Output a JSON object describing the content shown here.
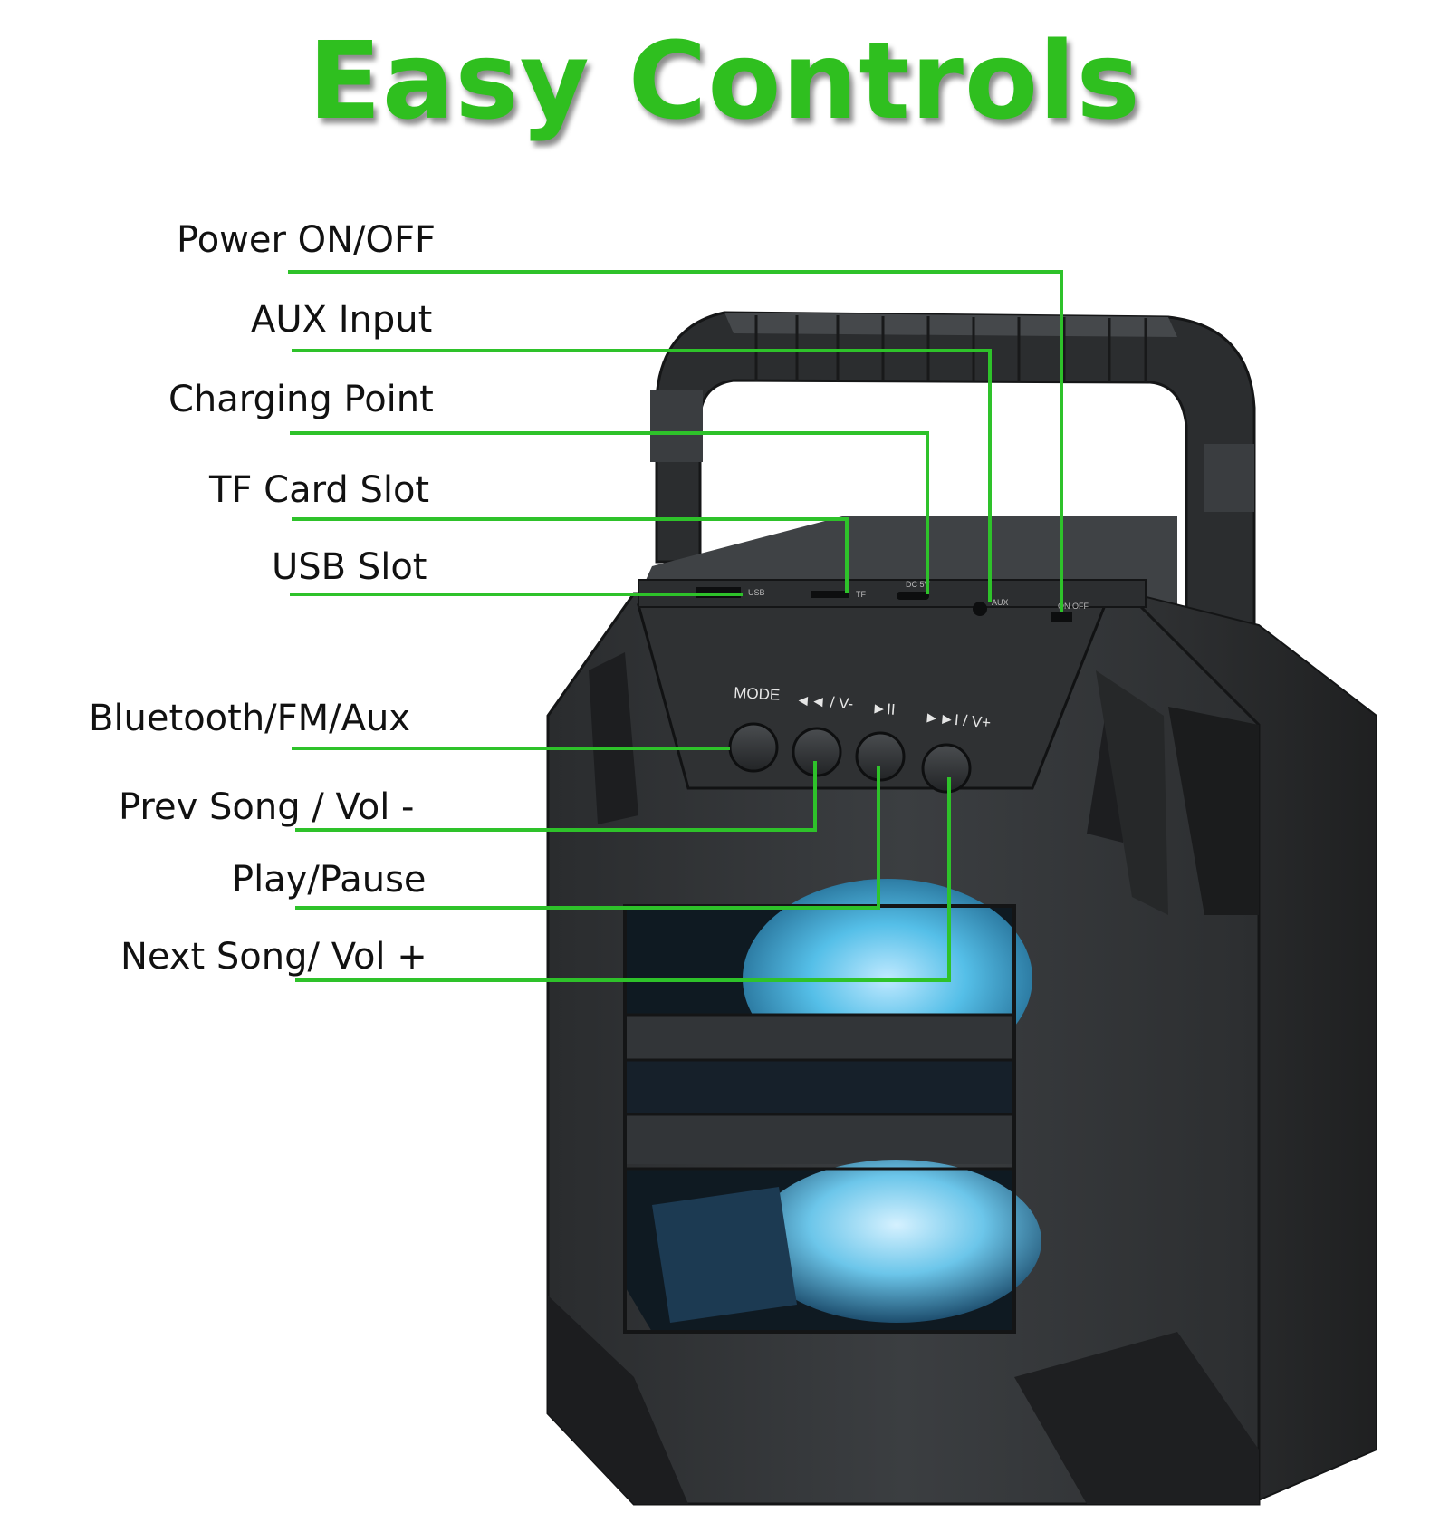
{
  "title": "Easy Controls",
  "accent_color": "#2fbf1f",
  "line_color": "#2ec22a",
  "callouts": [
    {
      "id": "power",
      "label": "Power ON/OFF"
    },
    {
      "id": "aux",
      "label": "AUX Input"
    },
    {
      "id": "charging",
      "label": "Charging Point"
    },
    {
      "id": "tf",
      "label": "TF Card Slot"
    },
    {
      "id": "usb",
      "label": "USB Slot"
    },
    {
      "id": "mode",
      "label": "Bluetooth/FM/Aux"
    },
    {
      "id": "prev",
      "label": "Prev Song / Vol -"
    },
    {
      "id": "play",
      "label": "Play/Pause"
    },
    {
      "id": "next",
      "label": "Next Song/ Vol +"
    }
  ],
  "buttons": [
    {
      "id": "mode",
      "label": "MODE"
    },
    {
      "id": "prev",
      "label": "◄◄ / V-"
    },
    {
      "id": "play",
      "label": "►II"
    },
    {
      "id": "next",
      "label": "►►I / V+"
    }
  ],
  "ports": {
    "usb": "USB",
    "tf": "TF",
    "charging": "DC 5V",
    "aux": "AUX",
    "power": "ON OFF"
  }
}
